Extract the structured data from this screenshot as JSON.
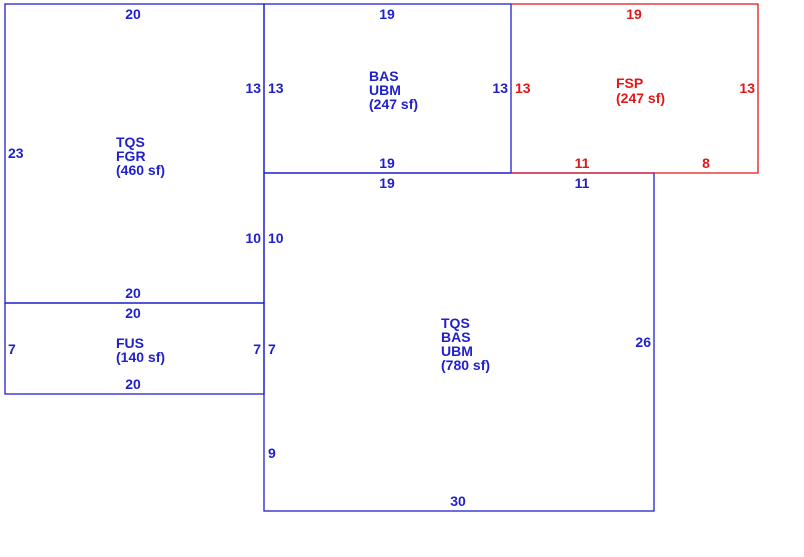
{
  "colors": {
    "main_line": "#1f1fcc",
    "fsp_line": "#e01818"
  },
  "areas": {
    "fgr": {
      "line1": "TQS",
      "line2": "FGR",
      "area": "(460 sf)"
    },
    "ubm_top": {
      "line1": "BAS",
      "line2": "UBM",
      "area": "(247 sf)"
    },
    "fsp": {
      "line1": "FSP",
      "area": "(247 sf)"
    },
    "fus": {
      "line1": "FUS",
      "area": "(140 sf)"
    },
    "main": {
      "line1": "TQS",
      "line2": "BAS",
      "line3": "UBM",
      "area": "(780 sf)"
    }
  },
  "dims": {
    "fgr_top": "20",
    "fgr_left": "23",
    "fgr_right_upper": "13",
    "fgr_right_lower": "10",
    "fgr_bottom": "20",
    "ubm_top": "19",
    "ubm_left": "13",
    "ubm_right": "13",
    "ubm_bottom": "19",
    "fsp_top": "19",
    "fsp_left": "13",
    "fsp_right": "13",
    "fsp_bottom_left": "11",
    "fsp_bottom_right": "8",
    "fus_top": "20",
    "fus_left": "7",
    "fus_right": "7",
    "fus_bottom": "20",
    "main_top_left": "19",
    "main_top_right": "11",
    "main_left_upper": "10",
    "main_left_mid": "7",
    "main_left_lower": "9",
    "main_right": "26",
    "main_bottom": "30"
  }
}
